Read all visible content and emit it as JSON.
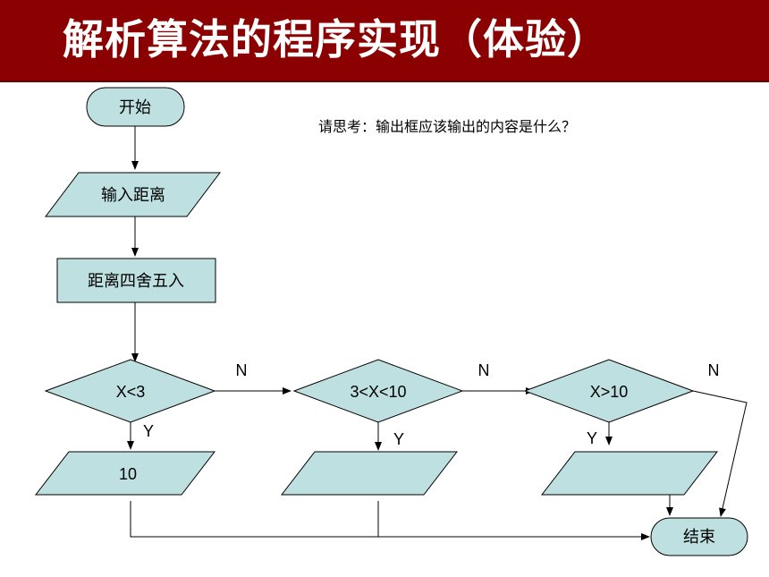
{
  "title": "解析算法的程序实现（体验）",
  "question": "请思考：输出框应该输出的内容是什么？",
  "flowchart": {
    "start": "开始",
    "input": "输入距离",
    "process": "距离四舍五入",
    "decision1": "X<3",
    "decision2": "3<X<10",
    "decision3": "X>10",
    "output1": "10",
    "output2": "",
    "output3": "",
    "end": "结束",
    "yes_label": "Y",
    "no_label": "N"
  },
  "colors": {
    "title_bar": "#8b0000",
    "shape_fill": "#bfe0e0"
  }
}
